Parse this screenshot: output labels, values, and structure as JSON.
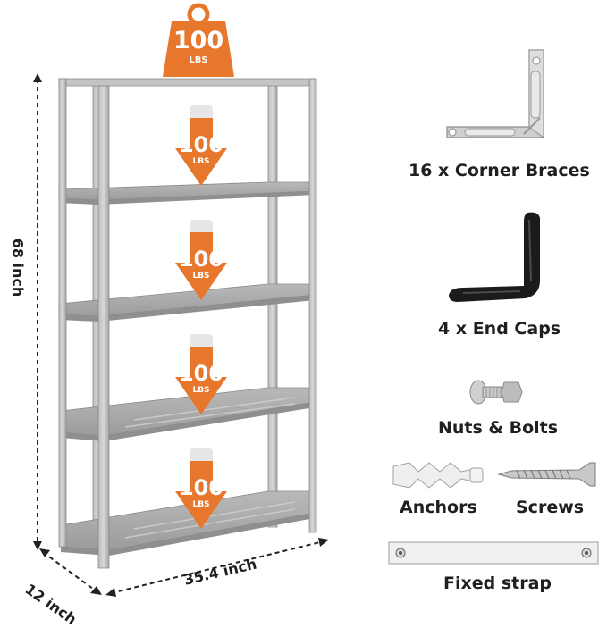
{
  "top_weight": {
    "value": "100",
    "unit": "LBS"
  },
  "shelf_weights": [
    {
      "value": "100",
      "unit": "LBS"
    },
    {
      "value": "100",
      "unit": "LBS"
    },
    {
      "value": "100",
      "unit": "LBS"
    },
    {
      "value": "100",
      "unit": "LBS"
    }
  ],
  "dimensions": {
    "height": "68 inch",
    "width": "35.4 inch",
    "depth": "12 inch"
  },
  "accessories": {
    "corner_braces": "16 x Corner Braces",
    "end_caps": "4 x End Caps",
    "nuts_bolts": "Nuts & Bolts",
    "anchors": "Anchors",
    "screws": "Screws",
    "fixed_strap": "Fixed strap"
  },
  "colors": {
    "accent": "#e8772e",
    "shelf": "#a9a9a9",
    "shelf_dark": "#8e8e8e",
    "end_cap": "#1a1a1a"
  }
}
